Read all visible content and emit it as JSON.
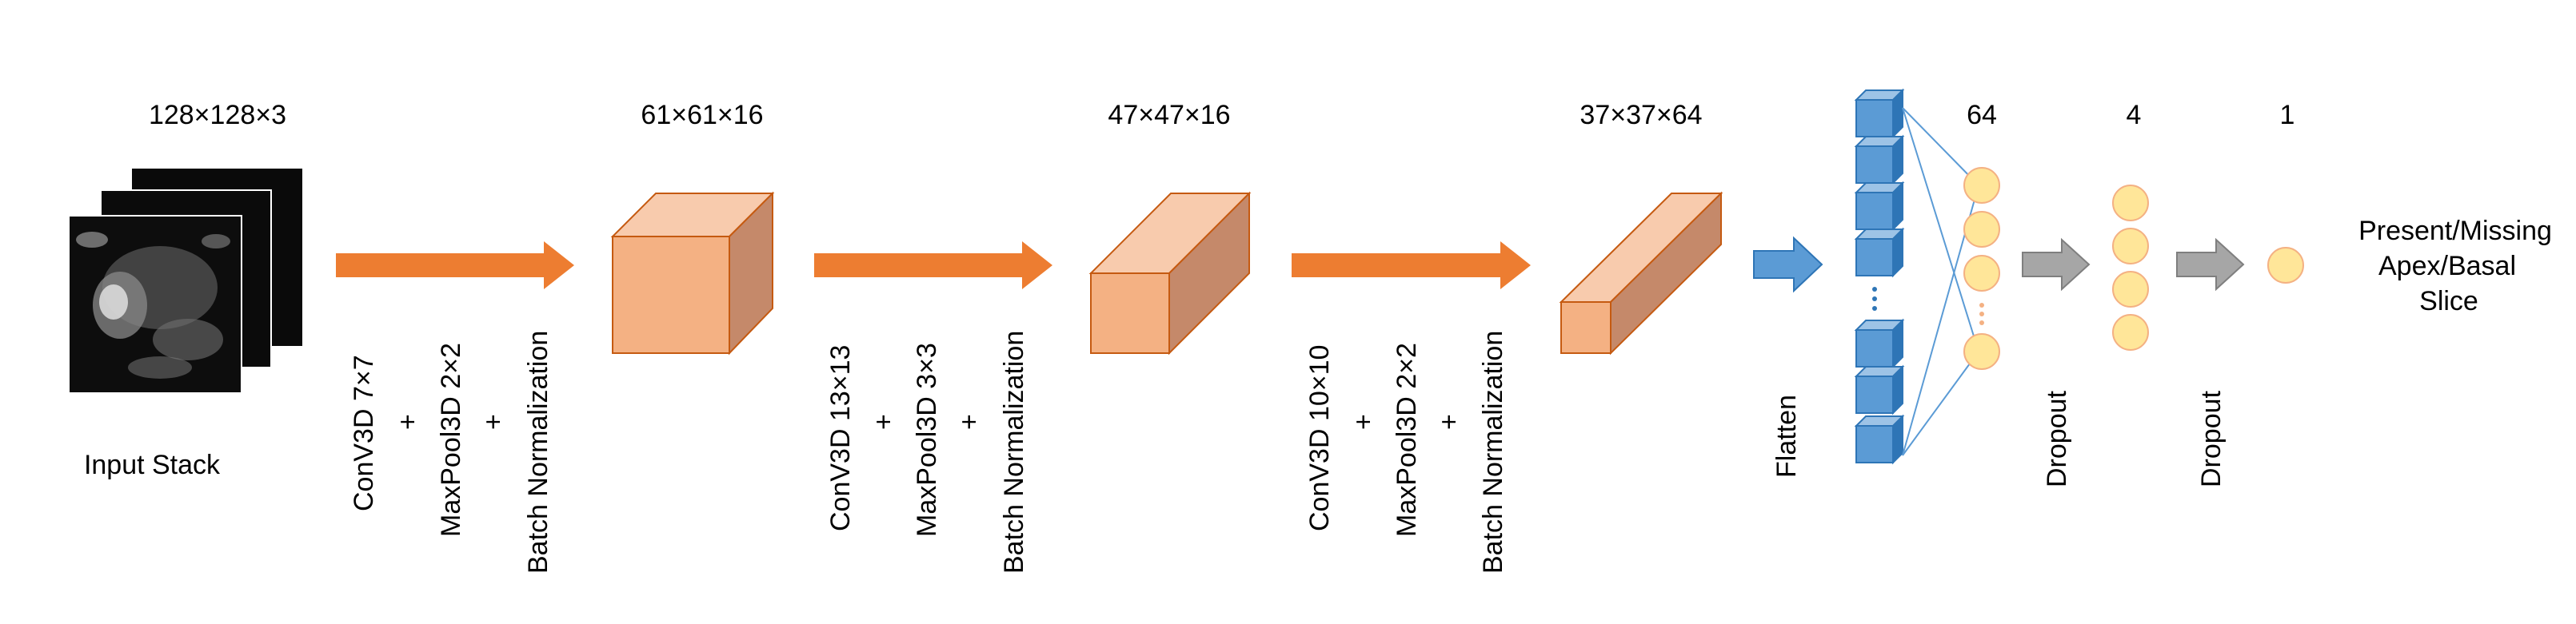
{
  "colors": {
    "orange_arrow": "#ED7D31",
    "cube_front": "#F4B183",
    "cube_side": "#C5896A",
    "cube_top": "#F8CBAD",
    "cube_stroke": "#C55A11",
    "blue": "#5B9BD5",
    "blue_dark": "#2E75B6",
    "neuron_fill": "#FFE699",
    "neuron_stroke": "#F4B183",
    "gray_arrow": "#A6A6A6"
  },
  "input": {
    "dims": "128×128×3",
    "label": "Input Stack",
    "icon": "cardiac-mri-slice-stack"
  },
  "stages": [
    {
      "dims": "61×61×16",
      "ops": [
        "ConV3D 7×7",
        "+",
        "MaxPool3D 2×2",
        "+",
        "Batch Normalization"
      ]
    },
    {
      "dims": "47×47×16",
      "ops": [
        "ConV3D 13×13",
        "+",
        "MaxPool3D 3×3",
        "+",
        "Batch Normalization"
      ]
    },
    {
      "dims": "37×37×64",
      "ops": [
        "ConV3D 10×10",
        "+",
        "MaxPool3D 2×2",
        "+",
        "Batch Normalization"
      ]
    }
  ],
  "flatten": {
    "label": "Flatten"
  },
  "dense": [
    {
      "units": "64"
    },
    {
      "units": "4",
      "dropout_label": "Dropout"
    },
    {
      "units": "1",
      "dropout_label": "Dropout"
    }
  ],
  "output": {
    "lines": [
      "Present/Missing",
      "Apex/Basal",
      "Slice"
    ]
  }
}
